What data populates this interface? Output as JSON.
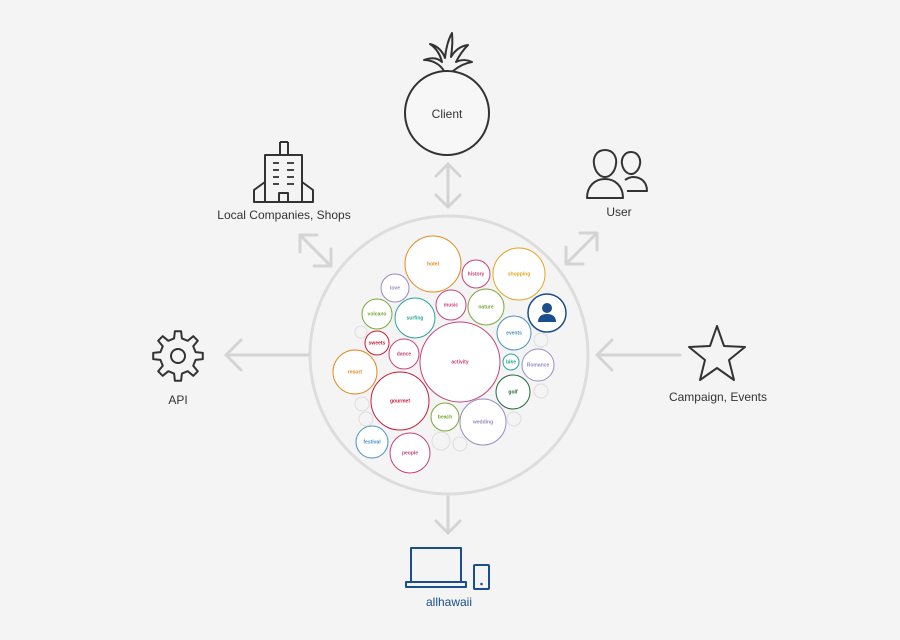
{
  "nodes": {
    "client": "Client",
    "local": "Local Companies, Shops",
    "user": "User",
    "api": "API",
    "campaign": "Campaign, Events",
    "output": "allhawaii"
  },
  "bubbles": [
    {
      "id": "hotel",
      "label": "hotel",
      "color": "#e08a1e"
    },
    {
      "id": "history",
      "label": "history",
      "color": "#c4447a"
    },
    {
      "id": "shopping",
      "label": "shopping",
      "color": "#e0a81e"
    },
    {
      "id": "love",
      "label": "love",
      "color": "#9a8ac4"
    },
    {
      "id": "music",
      "label": "music",
      "color": "#c4447a"
    },
    {
      "id": "nature",
      "label": "nature",
      "color": "#7aa83a"
    },
    {
      "id": "volcano",
      "label": "volcano",
      "color": "#7aa83a"
    },
    {
      "id": "surfing",
      "label": "surfing",
      "color": "#2aa39a"
    },
    {
      "id": "events",
      "label": "events",
      "color": "#4a90c4"
    },
    {
      "id": "sweets",
      "label": "sweets",
      "color": "#c41e3a"
    },
    {
      "id": "dance",
      "label": "dance",
      "color": "#c4447a"
    },
    {
      "id": "activity",
      "label": "activity",
      "color": "#c4447a"
    },
    {
      "id": "bike",
      "label": "bike",
      "color": "#2aa39a"
    },
    {
      "id": "romance",
      "label": "Romance",
      "color": "#9a8ac4"
    },
    {
      "id": "resort",
      "label": "resort",
      "color": "#e08a1e"
    },
    {
      "id": "golf",
      "label": "golf",
      "color": "#1e6a3a"
    },
    {
      "id": "gourmet",
      "label": "gourmet",
      "color": "#c41e3a"
    },
    {
      "id": "beach",
      "label": "beach",
      "color": "#7aa83a"
    },
    {
      "id": "wedding",
      "label": "wedding",
      "color": "#9a8ac4"
    },
    {
      "id": "festival",
      "label": "festival",
      "color": "#4a90c4"
    },
    {
      "id": "people",
      "label": "people",
      "color": "#c4447a"
    }
  ],
  "colors": {
    "line": "#333333",
    "arrow": "#d4d4d4",
    "brand": "#1a4e8c",
    "circle": "#dddddd"
  },
  "icons": {
    "client": "pineapple-icon",
    "local": "building-icon",
    "user": "users-icon",
    "api": "gear-icon",
    "campaign": "star-icon",
    "output": "laptop-phone-icon",
    "profile": "person-icon"
  }
}
